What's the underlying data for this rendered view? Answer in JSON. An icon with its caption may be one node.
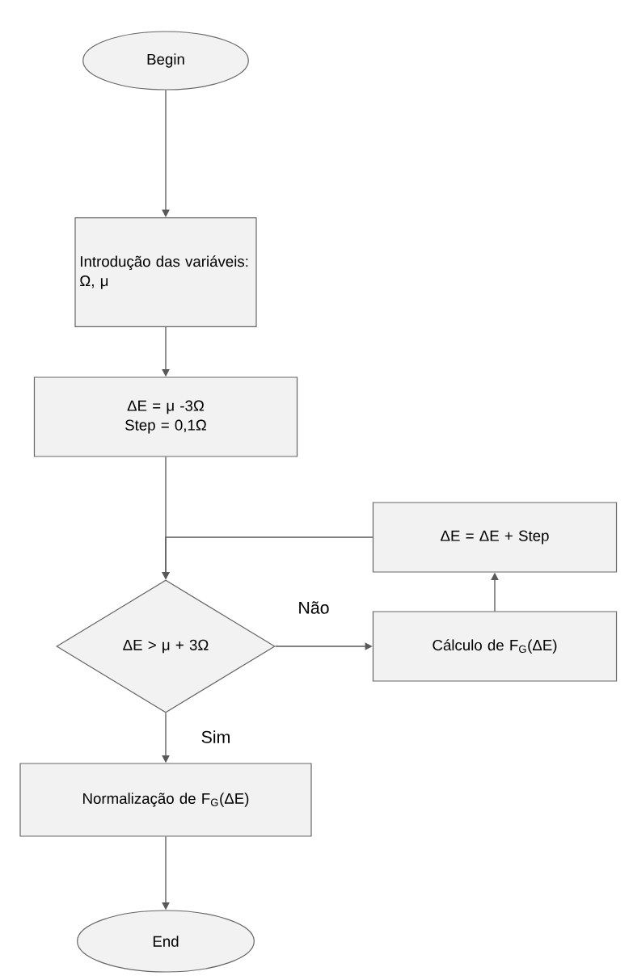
{
  "diagram": {
    "nodes": [
      {
        "text": [
          "Begin"
        ]
      },
      {
        "text": [
          "Introdução das variáveis: Ω, μ"
        ]
      },
      {
        "text": [
          "ΔE = μ -3Ω",
          "Step = 0,1Ω"
        ]
      },
      {
        "text": [
          "ΔE = ΔE  +  Step"
        ]
      },
      {
        "text": [
          "ΔE > μ + 3Ω"
        ]
      },
      {
        "text": [
          "Cálculo de F$_{G}$(ΔE)"
        ]
      },
      {
        "text": [
          "Normalização de F$_{G}$(ΔE)"
        ]
      },
      {
        "text": [
          "End"
        ]
      }
    ],
    "edges": [
      {
        "from": 0,
        "to": 1,
        "arrow": "to"
      },
      {
        "from": 1,
        "to": 2,
        "arrow": "to"
      },
      {
        "from": 2,
        "to": 4,
        "arrow": "to"
      },
      {
        "from": 3,
        "to": 4,
        "arrow": "to"
      },
      {
        "from": 4,
        "to": 5,
        "arrow": "to",
        "label": "Não"
      },
      {
        "from": 5,
        "to": 3,
        "arrow": "to"
      },
      {
        "from": 4,
        "to": 6,
        "arrow": "to",
        "label": "Sim"
      },
      {
        "from": 6,
        "to": 7,
        "arrow": "to"
      }
    ]
  }
}
